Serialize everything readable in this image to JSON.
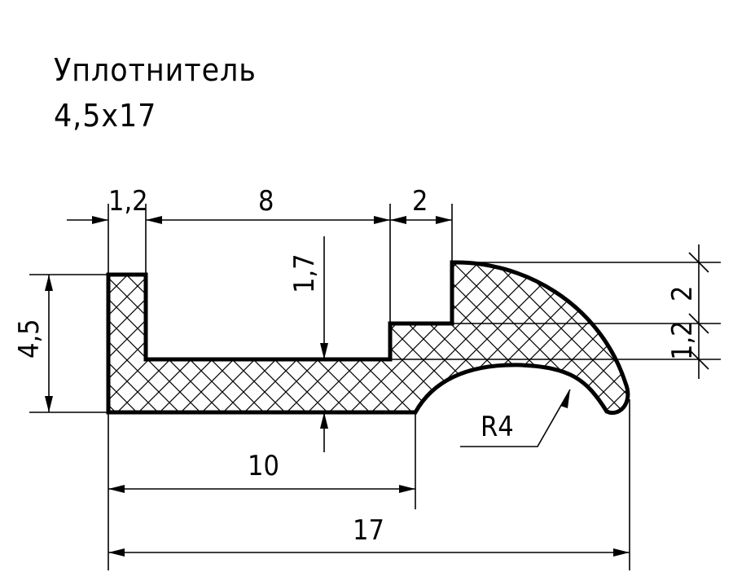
{
  "title": {
    "name": "Уплотнитель",
    "size": "4,5x17"
  },
  "dimensions": {
    "width_left_lip": "1,2",
    "groove_width": "8",
    "step_width": "2",
    "groove_depth": "1,7",
    "total_height": "4,5",
    "right_upper": "2",
    "right_lower": "1,2",
    "radius": "R4",
    "base_length": "10",
    "total_length": "17"
  }
}
